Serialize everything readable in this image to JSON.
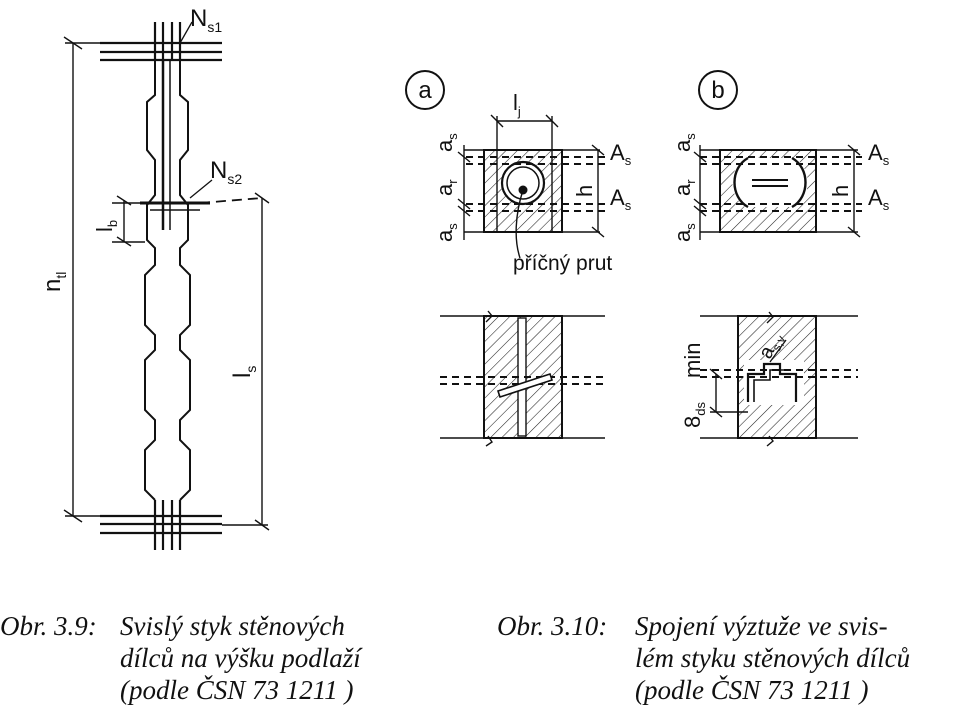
{
  "fig39": {
    "labels": {
      "ns1_main": "N",
      "ns1_sub": "s1",
      "ns2_main": "N",
      "ns2_sub": "s2",
      "nu_main": "n",
      "nu_sub": "tl",
      "lb_main": "l",
      "lb_sub": "b",
      "ls_main": "l",
      "ls_sub": "s"
    },
    "caption": {
      "number": "Obr. 3.9:",
      "lines": [
        "Svislý styk stěnových",
        "dílců na výšku podlaží",
        "(podle ČSN 73 1211 )"
      ]
    }
  },
  "fig310": {
    "panel_a": {
      "marker": "a",
      "as_top": {
        "main": "a",
        "sub": "s"
      },
      "ar": {
        "main": "a",
        "sub": "r"
      },
      "as_bot": {
        "main": "a",
        "sub": "s"
      },
      "lj": {
        "main": "l",
        "sub": "j"
      },
      "As_top": {
        "main": "A",
        "sub": "s"
      },
      "As_bot": {
        "main": "A",
        "sub": "s"
      },
      "h": "h",
      "cross_bar_label": "příčný prut"
    },
    "panel_b": {
      "marker": "b",
      "as_top": {
        "main": "a",
        "sub": "s"
      },
      "ar": {
        "main": "a",
        "sub": "r"
      },
      "as_bot": {
        "main": "a",
        "sub": "s"
      },
      "As_top": {
        "main": "A",
        "sub": "s"
      },
      "As_bot": {
        "main": "A",
        "sub": "s"
      },
      "h": "h",
      "min_label": "min",
      "eight_ds": {
        "main": "8",
        "sub": "ds"
      },
      "asv": {
        "main": "a",
        "sub": "s,v"
      }
    },
    "caption": {
      "number": "Obr. 3.10:",
      "lines": [
        "Spojení výztuže ve svis-",
        "lém styku stěnových dílců",
        "(podle ČSN 73 1211 )"
      ]
    }
  }
}
